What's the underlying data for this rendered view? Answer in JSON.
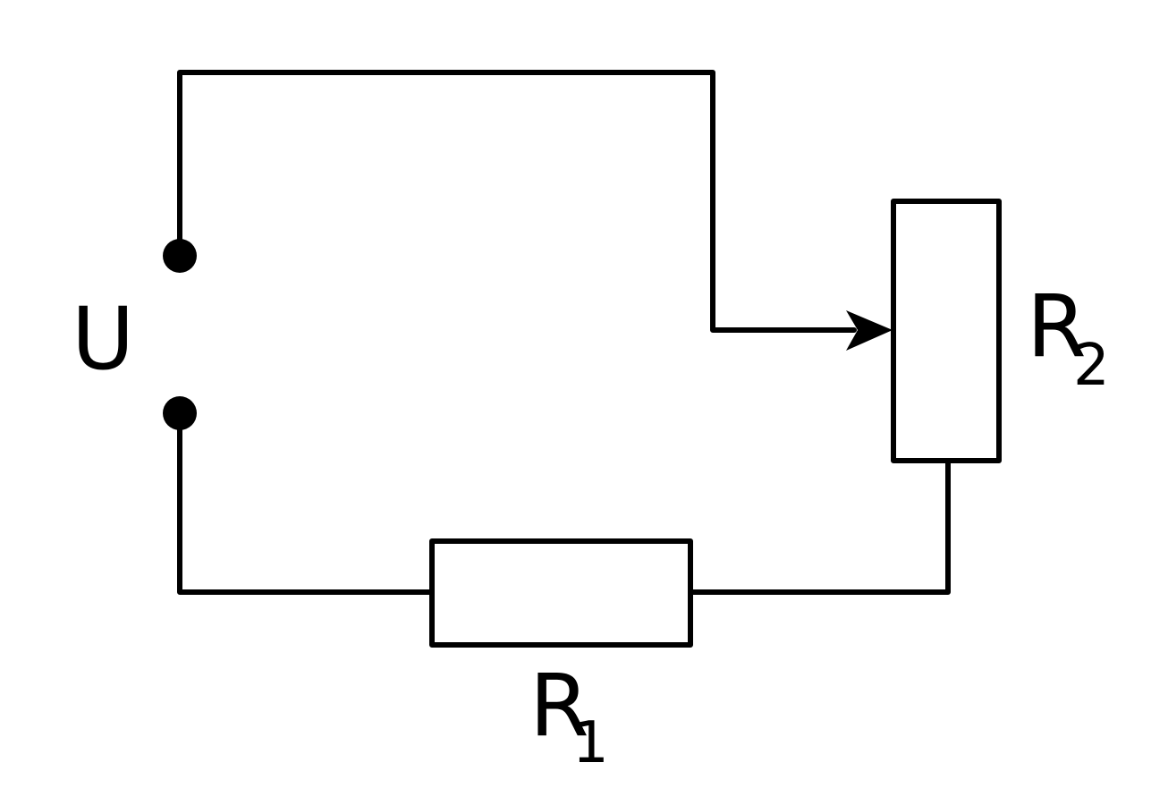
{
  "diagram": {
    "labels": {
      "voltage": "U",
      "resistor_1": {
        "main": "R",
        "subscript": "1"
      },
      "resistor_2": {
        "main": "R",
        "subscript": "2"
      }
    },
    "colors": {
      "stroke": "#000000",
      "background": "#ffffff"
    }
  }
}
